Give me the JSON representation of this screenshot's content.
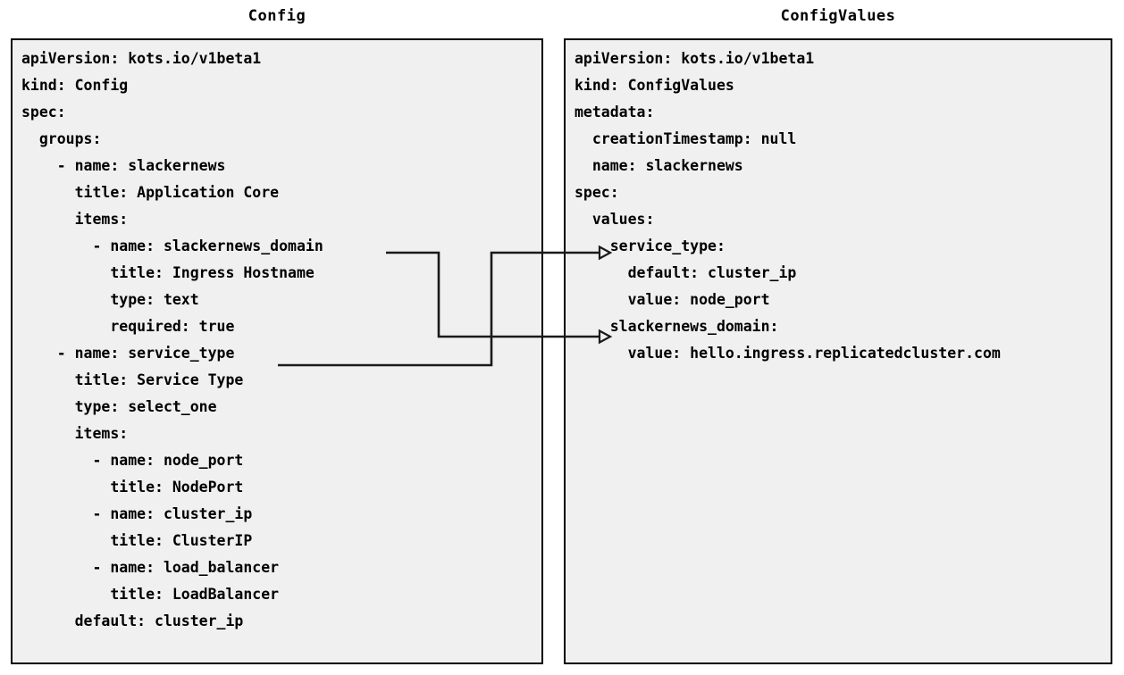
{
  "diagram": {
    "type": "yaml-mapping-diagram",
    "background": "#ffffff",
    "panel_background": "#f0f0f0",
    "border_color": "#000000",
    "connector_color": "#1a1a1a"
  },
  "left_panel": {
    "title": "Config",
    "lines": [
      "apiVersion: kots.io/v1beta1",
      "kind: Config",
      "spec:",
      "  groups:",
      "    - name: slackernews",
      "      title: Application Core",
      "      items:",
      "        - name: slackernews_domain",
      "          title: Ingress Hostname",
      "          type: text",
      "          required: true",
      "    - name: service_type",
      "      title: Service Type",
      "      type: select_one",
      "      items:",
      "        - name: node_port",
      "          title: NodePort",
      "        - name: cluster_ip",
      "          title: ClusterIP",
      "        - name: load_balancer",
      "          title: LoadBalancer",
      "      default: cluster_ip"
    ]
  },
  "right_panel": {
    "title": "ConfigValues",
    "lines": [
      "apiVersion: kots.io/v1beta1",
      "kind: ConfigValues",
      "metadata:",
      "  creationTimestamp: null",
      "  name: slackernews",
      "spec:",
      "  values:",
      "    service_type:",
      "      default: cluster_ip",
      "      value: node_port",
      "    slackernews_domain:",
      "      value: hello.ingress.replicatedcluster.com"
    ]
  },
  "connections": [
    {
      "name": "slackernews-domain-mapping",
      "from_label": "slackernews_domain",
      "to_label": "slackernews_domain:",
      "from_line": 8,
      "to_line": 11
    },
    {
      "name": "service-type-mapping",
      "from_label": "service_type",
      "to_label": "service_type:",
      "from_line": 12,
      "to_line": 8
    }
  ]
}
